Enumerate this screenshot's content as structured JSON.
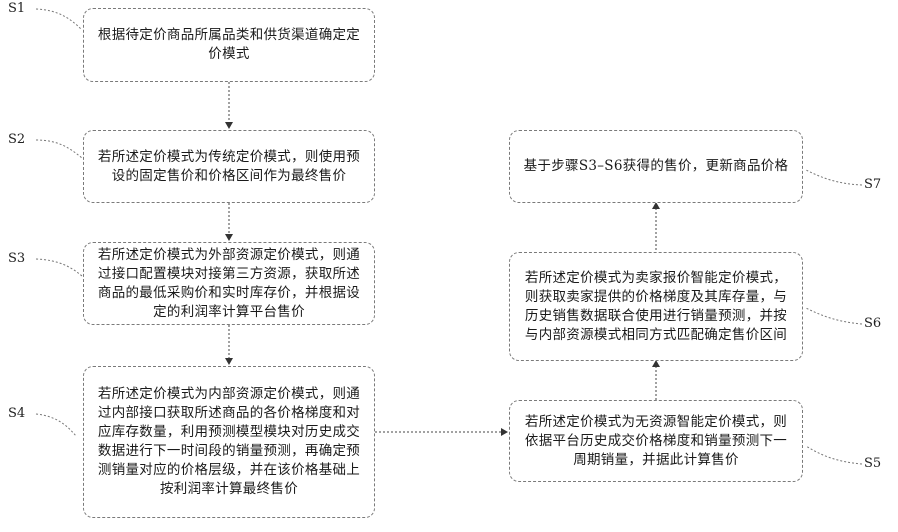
{
  "steps": {
    "s1": {
      "label": "S1",
      "text": "根据待定价商品所属品类和供货渠道确定定价模式"
    },
    "s2": {
      "label": "S2",
      "text": "若所述定价模式为传统定价模式，则使用预设的固定售价和价格区间作为最终售价"
    },
    "s3": {
      "label": "S3",
      "text": "若所述定价模式为外部资源定价模式，则通过接口配置模块对接第三方资源，获取所述商品的最低采购价和实时库存价，并根据设定的利润率计算平台售价"
    },
    "s4": {
      "label": "S4",
      "text": "若所述定价模式为内部资源定价模式，则通过内部接口获取所述商品的各价格梯度和对应库存数量，利用预测模型模块对历史成交数据进行下一时间段的销量预测，再确定预测销量对应的价格层级，并在该价格基础上按利润率计算最终售价"
    },
    "s5": {
      "label": "S5",
      "text": "若所述定价模式为无资源智能定价模式，则依据平台历史成交价格梯度和销量预测下一周期销量，并据此计算售价"
    },
    "s6": {
      "label": "S6",
      "text": "若所述定价模式为卖家报价智能定价模式，则获取卖家提供的价格梯度及其库存量，与历史销售数据联合使用进行销量预测，并按与内部资源模式相同方式匹配确定售价区间"
    },
    "s7": {
      "label": "S7",
      "text": "基于步骤S3–S6获得的售价，更新商品价格"
    }
  }
}
